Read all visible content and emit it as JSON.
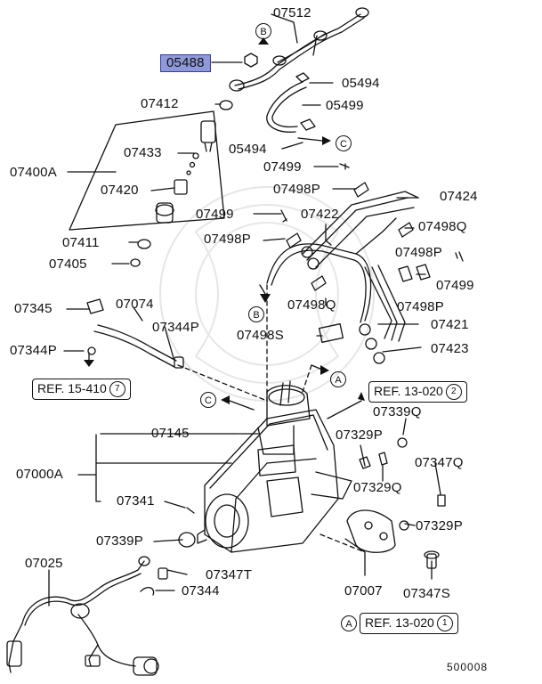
{
  "labels": {
    "p07512": "07512",
    "p05488": "05488",
    "p05494a": "05494",
    "p07412": "07412",
    "p05499": "05499",
    "p05494b": "05494",
    "p07433": "07433",
    "p07400A": "07400A",
    "p07499a": "07499",
    "p07420": "07420",
    "p07498Pa": "07498P",
    "p07424": "07424",
    "p07499b": "07499",
    "p07422": "07422",
    "p07498Q": "07498Q",
    "p07498Pb": "07498P",
    "p07411": "07411",
    "p07498Pc": "07498P",
    "p07405": "07405",
    "p07499c": "07499",
    "p07498Qb": "07498Q",
    "p07498Pd": "07498P",
    "p07345": "07345",
    "p07074": "07074",
    "p07421": "07421",
    "p07498S": "07498S",
    "p07344Pa": "07344P",
    "p07423": "07423",
    "p07344Pb": "07344P",
    "p07339Q": "07339Q",
    "p07145": "07145",
    "p07329Pa": "07329P",
    "p07347Q": "07347Q",
    "p07000A": "07000A",
    "p07329Q": "07329Q",
    "p07341": "07341",
    "p07329Pb": "07329P",
    "p07339P": "07339P",
    "p07025": "07025",
    "p07347T": "07347T",
    "p07007": "07007",
    "p07344": "07344",
    "p07347S": "07347S"
  },
  "refs": {
    "ref15410": {
      "text": "REF. 15-410",
      "num": "7"
    },
    "ref13020a": {
      "text": "REF. 13-020",
      "num": "2"
    },
    "ref13020b": {
      "text": "REF. 13-020",
      "num": "1"
    }
  },
  "markers": {
    "B_top": "B",
    "C_mid": "C",
    "B_left": "B",
    "A_mid": "A",
    "C_pump": "C",
    "A_bottom": "A"
  },
  "diagram_code": "500008",
  "highlight_color": "#8f98d8"
}
